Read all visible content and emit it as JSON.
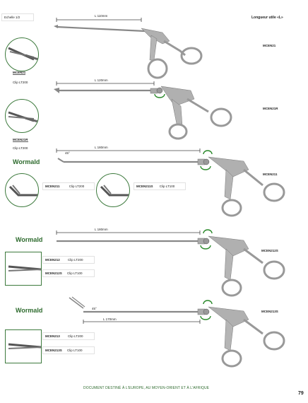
{
  "header": {
    "scale": "Echelle 1/2",
    "useful_length": "Longueur utile «L»"
  },
  "brand": "Wormald",
  "angle_label": "45°",
  "instruments": [
    {
      "length": "L 110mm",
      "code": "MCEN21"
    },
    {
      "length": "L 120mm",
      "code": "MCEN21R"
    },
    {
      "length": "L 180mm",
      "code": "MCEN211"
    },
    {
      "length": "L 180mm",
      "code": "MCEN212S"
    },
    {
      "length": "L 170mm",
      "code": "MCEN213S"
    }
  ],
  "thumbs": {
    "t1": {
      "code": "MCEN21",
      "clip": "Clip LT200"
    },
    "t2": {
      "code": "MCEN21R",
      "clip": "Clip LT200"
    },
    "t3": {
      "code": "MCEN211",
      "clip": "Clip LT200"
    },
    "t4": {
      "code": "MCEN211S",
      "clip": "Clip LT100"
    },
    "t5": {
      "code1": "MCEN212",
      "clip1": "Clip LT200",
      "code2": "MCEN212S",
      "clip2": "Clip LT100"
    },
    "t6": {
      "code1": "MCEN213",
      "clip1": "Clip LT200",
      "code2": "MCEN213S",
      "clip2": "Clip LT100"
    }
  },
  "footer": "DOCUMENT DESTINÉ À L'EUROPE, AU MOYEN-ORIENT ET À L'AFRIQUE",
  "page_number": "79",
  "colors": {
    "accent_green": "#2e6b2e",
    "steel": "#9a9a9a"
  }
}
